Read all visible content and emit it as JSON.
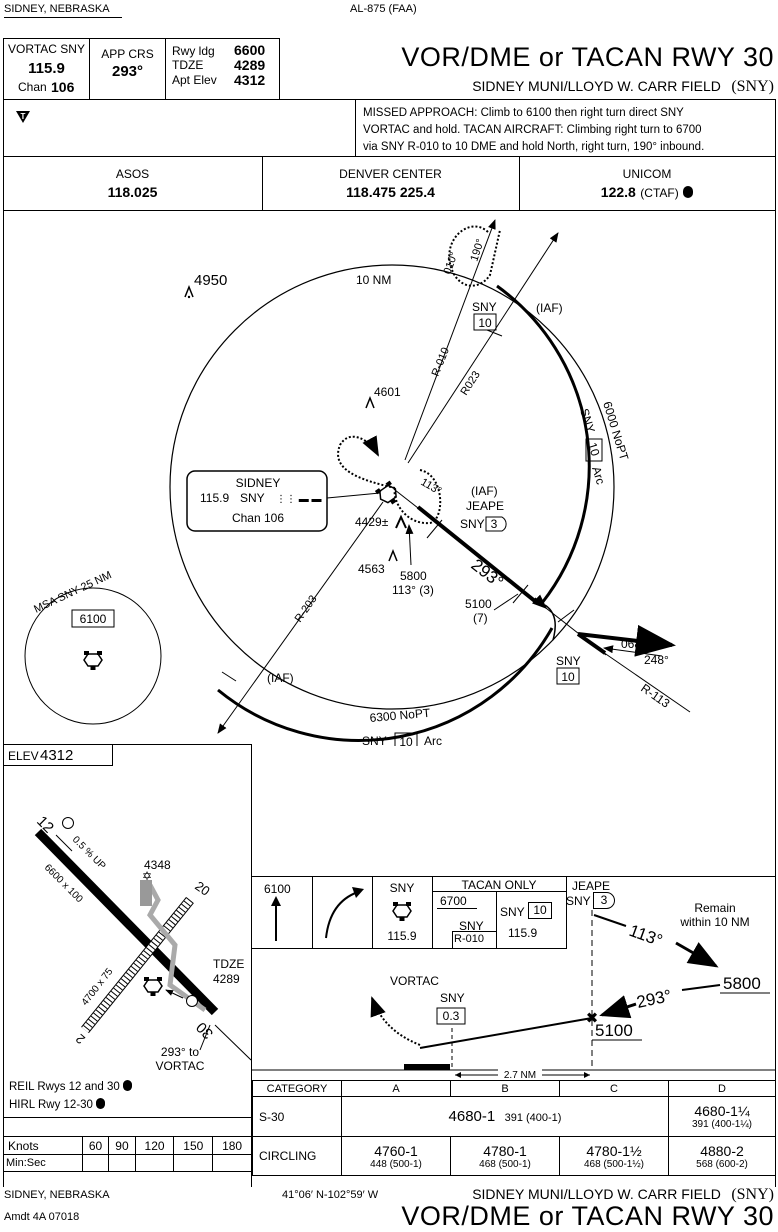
{
  "header": {
    "location": "SIDNEY, NEBRASKA",
    "chart_id": "AL-875 (FAA)",
    "title": "VOR/DME or TACAN RWY 30",
    "airport": "SIDNEY MUNI/LLOYD W. CARR FIELD",
    "airport_id": "(SNY)"
  },
  "briefing": {
    "vortac_label": "VORTAC SNY",
    "vortac_freq": "115.9",
    "chan_label": "Chan",
    "chan_value": "106",
    "app_crs_label": "APP CRS",
    "app_crs_value": "293°",
    "rwy_ldg_label": "Rwy ldg",
    "rwy_ldg_value": "6600",
    "tdze_label": "TDZE",
    "tdze_value": "4289",
    "apt_elev_label": "Apt Elev",
    "apt_elev_value": "4312",
    "missed_approach": [
      "MISSED APPROACH: Climb to 6100 then right turn direct SNY",
      "VORTAC and hold.  TACAN AIRCRAFT: Climbing right turn to 6700",
      "via SNY R-010 to 10 DME and hold North, right turn, 190° inbound."
    ]
  },
  "comms": {
    "asos_label": "ASOS",
    "asos_freq": "118.025",
    "center_label": "DENVER CENTER",
    "center_freq": "118.475  225.4",
    "unicom_label": "UNICOM",
    "unicom_freq": "122.8",
    "unicom_note": "(CTAF)"
  },
  "plan": {
    "arc_10nm": "10 NM",
    "iaf": "(IAF)",
    "fix_sny10": "SNY",
    "dme_10": "10",
    "arc_east": "SNY",
    "arc_east_label": "Arc",
    "arc_east_alt": "6000 NoPT",
    "arc_south_alt": "6300 NoPT",
    "arc_south_label": "Arc",
    "r010": "R-010",
    "r023": "R023",
    "r203": "R-203",
    "r113": "R-113",
    "hold_010": "010°",
    "hold_190": "190°",
    "hold_113": "113°",
    "crs_293": "293°",
    "crs_068": "068°",
    "crs_248": "248°",
    "jeape": "JEAPE",
    "sny3": "SNY",
    "dme_3": "3",
    "alt_5800": "5800",
    "crs_113_3": "113° (3)",
    "alt_5100": "5100",
    "dist_7": "(7)",
    "obstacles": [
      "4950",
      "4601",
      "4563",
      "4429±"
    ],
    "navaid_box": {
      "name": "SIDNEY",
      "freq": "115.9",
      "ident": "SNY",
      "chan": "Chan 106"
    },
    "msa_label": "MSA SNY 25 NM",
    "msa_alt": "6100"
  },
  "airport_sketch": {
    "elev_label": "ELEV",
    "elev_value": "4312",
    "rwy12": "12",
    "rwy30": "30",
    "rwy2": "2",
    "rwy20": "20",
    "slope": "0.5 % UP",
    "main_dims": "6600 x 100",
    "x_dims": "4700 x 75",
    "obstacle": "4348",
    "tdze_label": "TDZE",
    "tdze_value": "4289",
    "to_vortac": [
      "293° to",
      "VORTAC"
    ],
    "lighting": [
      "REIL Rwys 12 and 30",
      "HIRL Rwy 12-30"
    ]
  },
  "profile": {
    "climb_alt": "6100",
    "sny": "SNY",
    "freq": "115.9",
    "tacan_only": "TACAN ONLY",
    "tacan_alt": "6700",
    "tacan_radial_sny": "SNY",
    "tacan_radial": "R-010",
    "tacan_dme_sny": "SNY",
    "tacan_dme": "10",
    "tacan_freq": "115.9",
    "jeape": "JEAPE",
    "jeape_sny": "SNY",
    "jeape_dme": "3",
    "remain": [
      "Remain",
      "within 10 NM"
    ],
    "crs_113": "113°",
    "alt_5800": "5800",
    "crs_293": "293°",
    "alt_5100": "5100",
    "vortac": "VORTAC",
    "sny_map": "SNY",
    "dme_03": "0.3",
    "dist": "2.7 NM"
  },
  "minimums": {
    "category_label": "CATEGORY",
    "cats": [
      "A",
      "B",
      "C",
      "D"
    ],
    "s30_label": "S-30",
    "s30_abc_main": "4680-1",
    "s30_abc_sub": "391 (400-1)",
    "s30_d_main": "4680-1¼",
    "s30_d_sub": "391 (400-1¼)",
    "circ_label": "CIRCLING",
    "circ": [
      {
        "main": "4760-1",
        "sub": "448 (500-1)"
      },
      {
        "main": "4780-1",
        "sub": "468 (500-1)"
      },
      {
        "main": "4780-1½",
        "sub": "468 (500-1½)"
      },
      {
        "main": "4880-2",
        "sub": "568 (600-2)"
      }
    ]
  },
  "timing": {
    "knots_label": "Knots",
    "minsec_label": "Min:Sec",
    "speeds": [
      "60",
      "90",
      "120",
      "150",
      "180"
    ]
  },
  "footer": {
    "location": "SIDNEY, NEBRASKA",
    "amdt": "Amdt 4A  07018",
    "coords": "41°06′ N-102°59′ W",
    "airport": "SIDNEY MUNI/LLOYD W. CARR FIELD",
    "airport_id": "(SNY)",
    "title": "VOR/DME or TACAN RWY 30"
  }
}
